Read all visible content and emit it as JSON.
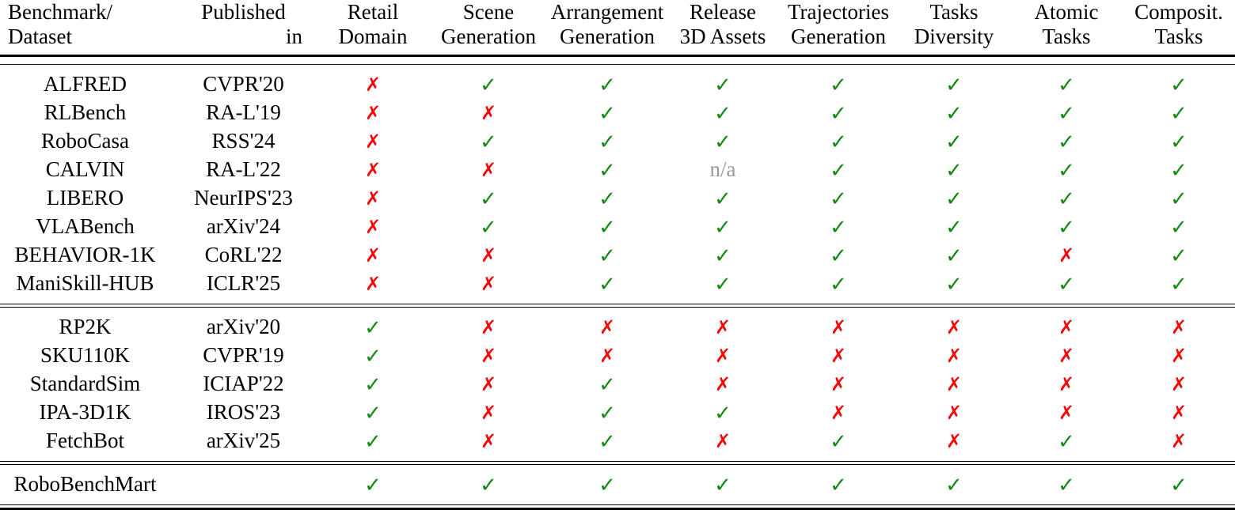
{
  "table": {
    "columns": [
      {
        "id": "benchmark",
        "line1": "Benchmark/",
        "line2": "Dataset"
      },
      {
        "id": "published",
        "line1": "Published",
        "line2": "in"
      },
      {
        "id": "retail_domain",
        "line1": "Retail",
        "line2": "Domain"
      },
      {
        "id": "scene_generation",
        "line1": "Scene",
        "line2": "Generation"
      },
      {
        "id": "arrangement_generation",
        "line1": "Arrangement",
        "line2": "Generation"
      },
      {
        "id": "release_3d_assets",
        "line1": "Release",
        "line2": "3D Assets"
      },
      {
        "id": "trajectories_generation",
        "line1": "Trajectories",
        "line2": "Generation"
      },
      {
        "id": "tasks_diversity",
        "line1": "Tasks",
        "line2": "Diversity"
      },
      {
        "id": "atomic_tasks",
        "line1": "Atomic",
        "line2": "Tasks"
      },
      {
        "id": "composit_tasks",
        "line1": "Composit.",
        "line2": "Tasks"
      }
    ],
    "marks": {
      "yes": "✓",
      "no": "✗",
      "na": "n/a"
    },
    "colors": {
      "yes": "#128a12",
      "no": "#f50808",
      "na": "#9a9a9a",
      "rule": "#000000"
    },
    "groups": [
      {
        "id": "general-robotics-benchmarks",
        "rows": [
          {
            "name": "ALFRED",
            "venue": "CVPR'20",
            "cells": [
              "no",
              "yes",
              "yes",
              "yes",
              "yes",
              "yes",
              "yes",
              "yes"
            ]
          },
          {
            "name": "RLBench",
            "venue": "RA-L'19",
            "cells": [
              "no",
              "no",
              "yes",
              "yes",
              "yes",
              "yes",
              "yes",
              "yes"
            ]
          },
          {
            "name": "RoboCasa",
            "venue": "RSS'24",
            "cells": [
              "no",
              "yes",
              "yes",
              "yes",
              "yes",
              "yes",
              "yes",
              "yes"
            ]
          },
          {
            "name": "CALVIN",
            "venue": "RA-L'22",
            "cells": [
              "no",
              "no",
              "yes",
              "na",
              "yes",
              "yes",
              "yes",
              "yes"
            ]
          },
          {
            "name": "LIBERO",
            "venue": "NeurIPS'23",
            "cells": [
              "no",
              "yes",
              "yes",
              "yes",
              "yes",
              "yes",
              "yes",
              "yes"
            ]
          },
          {
            "name": "VLABench",
            "venue": "arXiv'24",
            "cells": [
              "no",
              "yes",
              "yes",
              "yes",
              "yes",
              "yes",
              "yes",
              "yes"
            ]
          },
          {
            "name": "BEHAVIOR-1K",
            "venue": "CoRL'22",
            "cells": [
              "no",
              "no",
              "yes",
              "yes",
              "yes",
              "yes",
              "no",
              "yes"
            ]
          },
          {
            "name": "ManiSkill-HUB",
            "venue": "ICLR'25",
            "cells": [
              "no",
              "no",
              "yes",
              "yes",
              "yes",
              "yes",
              "yes",
              "yes"
            ]
          }
        ]
      },
      {
        "id": "retail-benchmarks",
        "rows": [
          {
            "name": "RP2K",
            "venue": "arXiv'20",
            "cells": [
              "yes",
              "no",
              "no",
              "no",
              "no",
              "no",
              "no",
              "no"
            ]
          },
          {
            "name": "SKU110K",
            "venue": "CVPR'19",
            "cells": [
              "yes",
              "no",
              "no",
              "no",
              "no",
              "no",
              "no",
              "no"
            ]
          },
          {
            "name": "StandardSim",
            "venue": "ICIAP'22",
            "cells": [
              "yes",
              "no",
              "yes",
              "no",
              "no",
              "no",
              "no",
              "no"
            ]
          },
          {
            "name": "IPA-3D1K",
            "venue": "IROS'23",
            "cells": [
              "yes",
              "no",
              "yes",
              "yes",
              "no",
              "no",
              "no",
              "no"
            ]
          },
          {
            "name": "FetchBot",
            "venue": "arXiv'25",
            "cells": [
              "yes",
              "no",
              "yes",
              "no",
              "yes",
              "no",
              "yes",
              "no"
            ]
          }
        ]
      },
      {
        "id": "ours",
        "rows": [
          {
            "name": "RoboBenchMart",
            "venue": "",
            "cells": [
              "yes",
              "yes",
              "yes",
              "yes",
              "yes",
              "yes",
              "yes",
              "yes"
            ]
          }
        ]
      }
    ]
  }
}
